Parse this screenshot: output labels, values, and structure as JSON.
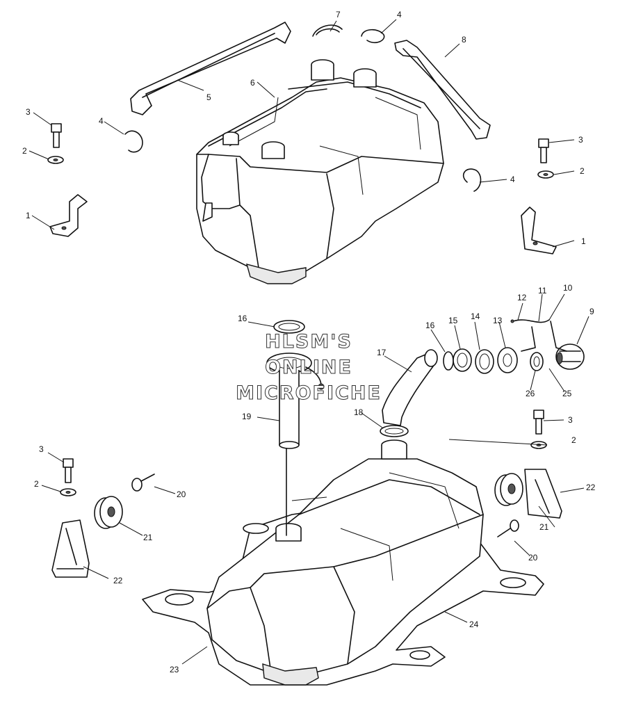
{
  "watermark": {
    "line1": "HLSM'S",
    "line2": "ONLINE",
    "line3": "MICROFICHE"
  },
  "callouts": {
    "c1a": "1",
    "c1b": "1",
    "c2a": "2",
    "c2b": "2",
    "c2c": "2",
    "c2d": "2",
    "c3a": "3",
    "c3b": "3",
    "c3c": "3",
    "c3d": "3",
    "c4a": "4",
    "c4b": "4",
    "c4c": "4",
    "c5": "5",
    "c6": "6",
    "c7": "7",
    "c8": "8",
    "c9": "9",
    "c10": "10",
    "c11": "11",
    "c12": "12",
    "c13": "13",
    "c14": "14",
    "c15": "15",
    "c16a": "16",
    "c16b": "16",
    "c17": "17",
    "c18": "18",
    "c19": "19",
    "c20a": "20",
    "c20b": "20",
    "c21a": "21",
    "c21b": "21",
    "c22a": "22",
    "c22b": "22",
    "c23": "23",
    "c24": "24",
    "c25": "25",
    "c26": "26"
  }
}
